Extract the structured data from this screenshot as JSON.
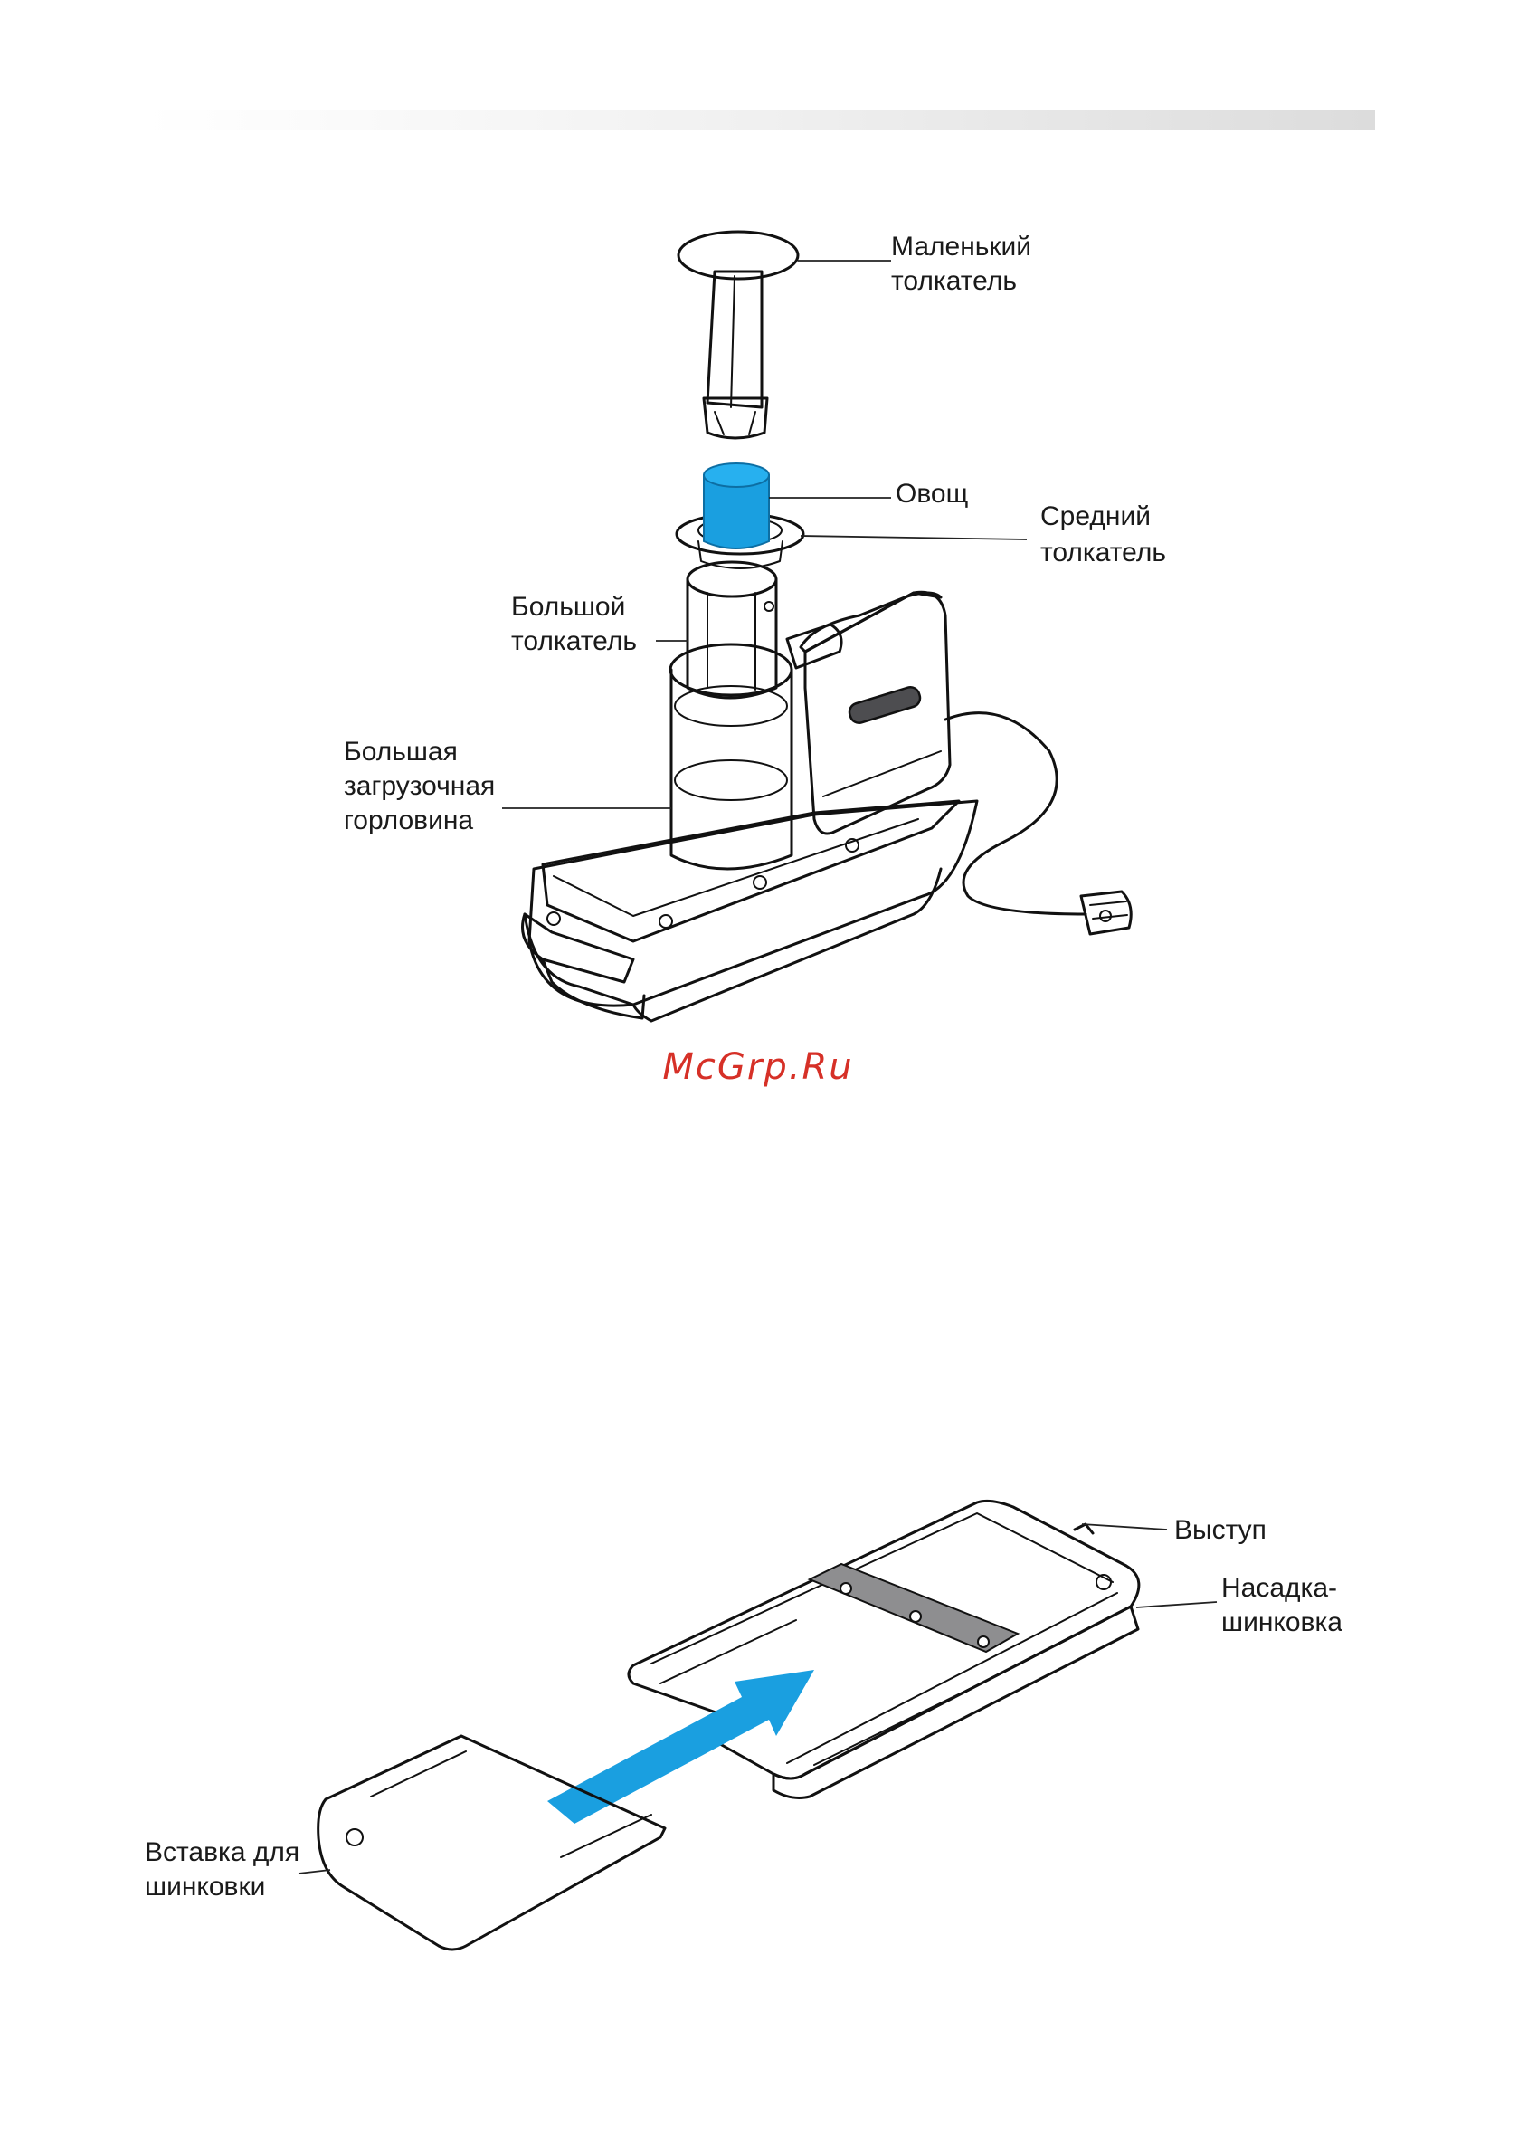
{
  "watermark": "McGrp.Ru",
  "colors": {
    "accent_blue": "#1a9fe0",
    "watermark_red": "#d63027",
    "body_gray": "#6e6e70",
    "ink": "#111111"
  },
  "figure1": {
    "labels": {
      "small_pusher": [
        "Маленький",
        "толкатель"
      ],
      "vegetable": [
        "Овощ"
      ],
      "medium_pusher": [
        "Средний",
        "толкатель"
      ],
      "large_pusher": [
        "Большой",
        "толкатель"
      ],
      "large_feed_tube": [
        "Большая",
        "загрузочная",
        "горловина"
      ]
    }
  },
  "figure2": {
    "labels": {
      "tab": [
        "Выступ"
      ],
      "shredder_attachment": [
        "Насадка-",
        "шинковка"
      ],
      "shredder_insert": [
        "Вставка для",
        "шинковки"
      ]
    }
  }
}
